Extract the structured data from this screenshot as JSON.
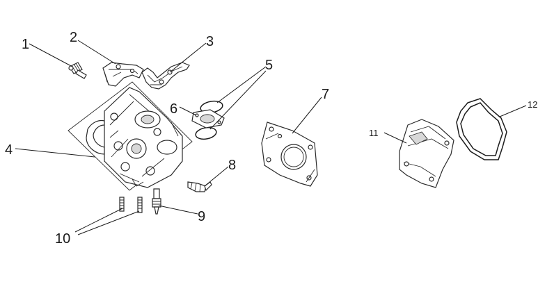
{
  "diagram": {
    "callouts": {
      "c1": "1",
      "c2": "2",
      "c3": "3",
      "c4": "4",
      "c5": "5",
      "c6": "6",
      "c7": "7",
      "c8": "8",
      "c9": "9",
      "c10": "10",
      "c11": "11",
      "c12": "12"
    },
    "parts": [
      {
        "id": "1",
        "icon": "temperature-sensor-icon"
      },
      {
        "id": "2",
        "icon": "bracket-icon"
      },
      {
        "id": "3",
        "icon": "pipe-bracket-icon"
      },
      {
        "id": "4",
        "icon": "cylinder-head-icon"
      },
      {
        "id": "5",
        "icon": "o-ring-icon"
      },
      {
        "id": "6",
        "icon": "flange-gasket-icon"
      },
      {
        "id": "7",
        "icon": "head-gasket-icon"
      },
      {
        "id": "8",
        "icon": "sensor-icon"
      },
      {
        "id": "9",
        "icon": "spark-plug-icon"
      },
      {
        "id": "10",
        "icon": "stud-icon"
      },
      {
        "id": "11",
        "icon": "valve-cover-icon"
      },
      {
        "id": "12",
        "icon": "valve-cover-gasket-icon"
      }
    ]
  }
}
